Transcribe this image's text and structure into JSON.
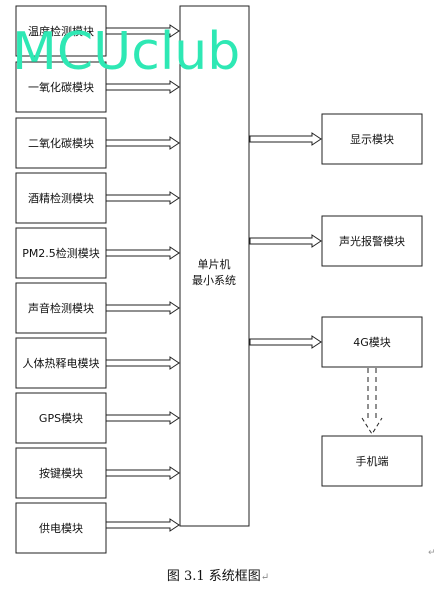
{
  "inputs": [
    {
      "label": "温度检测模块"
    },
    {
      "label": "一氧化碳模块"
    },
    {
      "label": "二氧化碳模块"
    },
    {
      "label": "酒精检测模块"
    },
    {
      "label": "PM2.5检测模块"
    },
    {
      "label": "声音检测模块"
    },
    {
      "label": "人体热释电模块"
    },
    {
      "label": "GPS模块"
    },
    {
      "label": "按键模块"
    },
    {
      "label": "供电模块"
    }
  ],
  "mcu": {
    "line1": "单片机",
    "line2": "最小系统"
  },
  "outputs": [
    {
      "label": "显示模块"
    },
    {
      "label": "声光报警模块"
    },
    {
      "label": "4G模块"
    }
  ],
  "phone": {
    "label": "手机端"
  },
  "watermark": "MCUclub",
  "caption": {
    "text": "图 3.1 系统框图",
    "mark": "↵"
  },
  "corner_mark": "↵"
}
